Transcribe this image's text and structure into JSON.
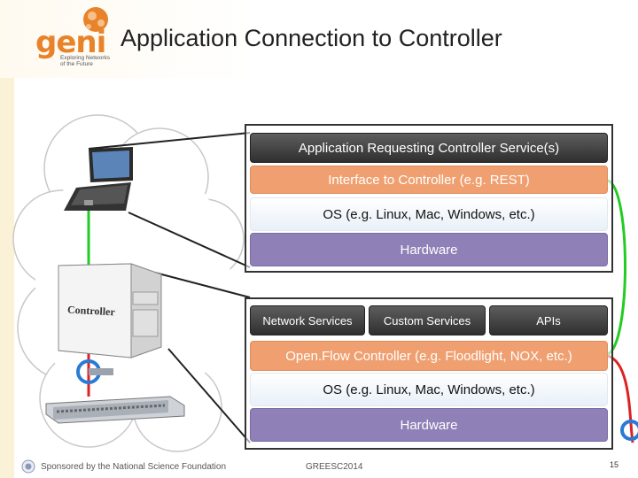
{
  "header": {
    "logo_text": "geni",
    "logo_tagline_1": "Exploring Networks",
    "logo_tagline_2": "of the Future",
    "title": "Application Connection to Controller"
  },
  "app_stack": {
    "layers": [
      "Application Requesting Controller Service(s)",
      "Interface to Controller (e.g. REST)",
      "OS (e.g. Linux, Mac, Windows, etc.)",
      "Hardware"
    ]
  },
  "controller_stack": {
    "services": [
      "Network Services",
      "Custom Services",
      "APIs"
    ],
    "layers": [
      "Open.Flow Controller (e.g. Floodlight, NOX, etc.)",
      "OS (e.g. Linux, Mac, Windows, etc.)",
      "Hardware"
    ]
  },
  "server_label": "Controller",
  "footer": {
    "sponsor": "Sponsored by the National Science Foundation",
    "event": "GREESC2014",
    "page": "15"
  },
  "colors": {
    "accent_orange": "#f0a070",
    "hardware_purple": "#8f80b8",
    "link_green": "#22cc22",
    "link_red": "#dd2222"
  }
}
